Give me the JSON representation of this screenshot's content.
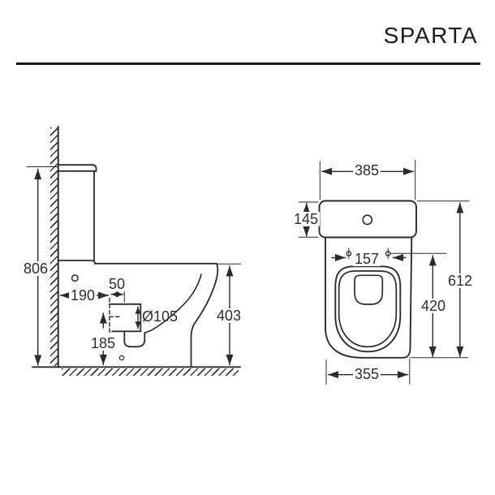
{
  "title": "SPARTA",
  "side_view": {
    "label": "side view technical drawing",
    "dimensions": {
      "total_height": "806",
      "wall_to_outlet": "190",
      "outlet_adjust": "50",
      "outlet_diameter": "Ø105",
      "outlet_center_height": "185",
      "rim_height": "403"
    }
  },
  "front_view": {
    "label": "front view technical drawing",
    "dimensions": {
      "tank_width": "385",
      "tank_height": "145",
      "seat_hole_spacing": "157",
      "total_height": "612",
      "seat_height": "420",
      "base_width": "355"
    }
  }
}
